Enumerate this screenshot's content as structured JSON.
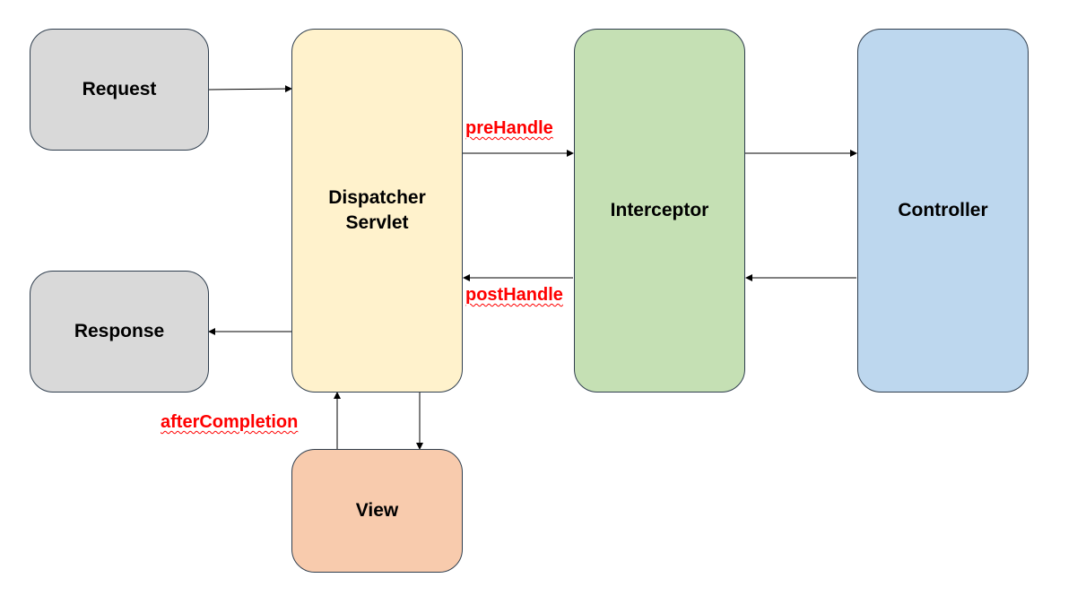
{
  "nodes": {
    "request": {
      "label": "Request",
      "color": "#d9d9d9"
    },
    "response": {
      "label": "Response",
      "color": "#d9d9d9"
    },
    "dispatcher": {
      "line1": "Dispatcher",
      "line2": "Servlet",
      "color": "#fff2cc"
    },
    "interceptor": {
      "label": "Interceptor",
      "color": "#c5e0b4"
    },
    "controller": {
      "label": "Controller",
      "color": "#bdd7ee"
    },
    "view": {
      "label": "View",
      "color": "#f8cbad"
    }
  },
  "edges": {
    "pre_handle": "preHandle",
    "post_handle": "postHandle",
    "after_completion": "afterCompletion"
  },
  "colors": {
    "label_red": "#ff0000",
    "stroke": "#000000"
  }
}
